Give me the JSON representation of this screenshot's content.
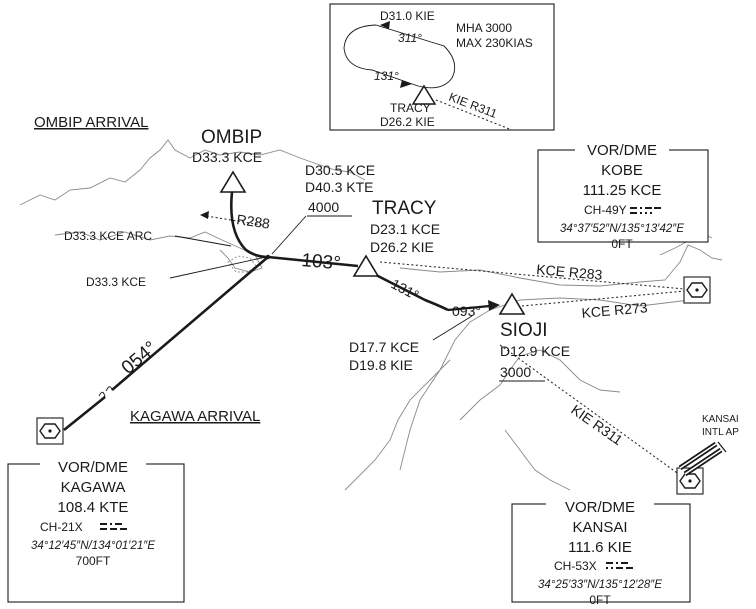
{
  "holding": {
    "fix_label": "TRACY",
    "fix_dist": "D26.2 KIE",
    "outbound_end": "D31.0 KIE",
    "inbound_course": "311°",
    "outbound_course": "131°",
    "mha": "MHA 3000",
    "max_speed": "MAX 230KIAS",
    "radial": "KIE R311"
  },
  "arrivals": {
    "ombip_title": "OMBIP ARRIVAL",
    "kagawa_title": "KAGAWA ARRIVAL"
  },
  "fixes": {
    "ombip": {
      "name": "OMBIP",
      "dist": "D33.3 KCE"
    },
    "junction": {
      "dist1": "D30.5 KCE",
      "dist2": "D40.3 KTE",
      "altitude": "4000"
    },
    "tracy": {
      "name": "TRACY",
      "dist1": "D23.1 KCE",
      "dist2": "D26.2 KIE"
    },
    "turn": {
      "dist1": "D17.7 KCE",
      "dist2": "D19.8 KIE"
    },
    "sioji": {
      "name": "SIOJI",
      "dist": "D12.9 KCE",
      "altitude": "3000"
    }
  },
  "labels": {
    "arc": "D33.3 KCE ARC",
    "junction_dist": "D33.3 KCE",
    "r288": "R288",
    "kce_r283": "KCE R283",
    "kce_r273": "KCE R273",
    "kie_r311": "KIE R311"
  },
  "courses": {
    "c054": "054°",
    "c103": "103°",
    "c131": "131°",
    "c093": "093°"
  },
  "navaids": {
    "kobe": {
      "type": "VOR/DME",
      "name": "KOBE",
      "freq": "111.25  KCE",
      "channel": "CH-49Y",
      "coords": "34°37′52″N/135°13′42″E",
      "elev": "0FT"
    },
    "kagawa": {
      "type": "VOR/DME",
      "name": "KAGAWA",
      "freq": "108.4  KTE",
      "channel": "CH-21X",
      "coords": "34°12′45″N/134°01′21″E",
      "elev": "700FT"
    },
    "kansai": {
      "type": "VOR/DME",
      "name": "KANSAI",
      "freq": "111.6  KIE",
      "channel": "CH-53X",
      "coords": "34°25′33″N/135°12′28″E",
      "elev": "0FT"
    }
  },
  "airport": {
    "line1": "KANSAI",
    "line2": "INTL AP"
  },
  "colors": {
    "ink": "#1a1a1a",
    "coastline": "#8a8a8a",
    "background": "#ffffff"
  }
}
